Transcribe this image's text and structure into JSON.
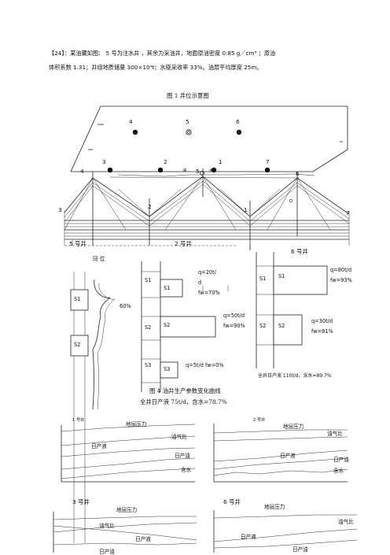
{
  "problem": {
    "line1": "【24】：某油藏如图：   5 号为注水井 ，其余为采油井，地面原油密度  0.85 g／cm³    ；原油",
    "line2": "体积系数 1.31；井组地质储量 300×10⁴t；水驱采收率 33%。油层平均厚度 25m。"
  },
  "fig1": {
    "caption": "图 1    井位示意图",
    "top_labels": [
      "4",
      "5",
      "6",
      "3",
      "2",
      "1",
      "7"
    ],
    "mid_labels": [
      "4",
      "5",
      "6",
      "油",
      "水"
    ],
    "cross_labels": [
      "3",
      "2",
      "1",
      "7"
    ],
    "bottom_left": "5 号井",
    "bottom_mid": "2 号井",
    "bottom_right": "6 号井"
  },
  "profile": {
    "note": "同 位",
    "layers_left": [
      "S1",
      "S2"
    ],
    "pct": "60%",
    "layers_mid_axis": [
      "S1",
      "S2",
      "S3"
    ],
    "mid_s1_bar": "S1",
    "mid_s1_text": [
      "q=20t/",
      "d",
      "fw=70%"
    ],
    "mid_s2_bar": "S2",
    "mid_s2_text": [
      "q=50t/d",
      "fw=90%"
    ],
    "mid_s3_bar": "S3",
    "mid_s3_text": "q=5t/d      fw=0%",
    "right_axis": [
      "S1",
      "S2"
    ],
    "right_s1_bar": "S1",
    "right_s1_text": [
      "q=80t/d",
      "fw=93%"
    ],
    "right_s2_bar": "S2",
    "right_s2_text": [
      "q=30t/d",
      "fw=81%"
    ],
    "right_total": "全井日产液 110t/d，含水=89.7%",
    "caption": "图 4    油井生产参数变化曲线",
    "mid_total": "全井日产液 75t/d，含水=78.7%"
  },
  "curves": {
    "p1": {
      "title": "1 号井",
      "labels": [
        "地层压力",
        "油气比",
        "日产液",
        "日产油",
        "含水"
      ]
    },
    "p2": {
      "title": "2 号井",
      "labels": [
        "地层压力",
        "油气比",
        "日产液",
        "日产油",
        "含水"
      ]
    },
    "p3": {
      "title": "3 号井",
      "labels": [
        "地层压力",
        "油气比",
        "日产液",
        "日产油"
      ]
    },
    "p4": {
      "title": "6 号井",
      "labels": [
        "地层压力",
        "油气比",
        "日产液",
        "日产油"
      ]
    }
  }
}
